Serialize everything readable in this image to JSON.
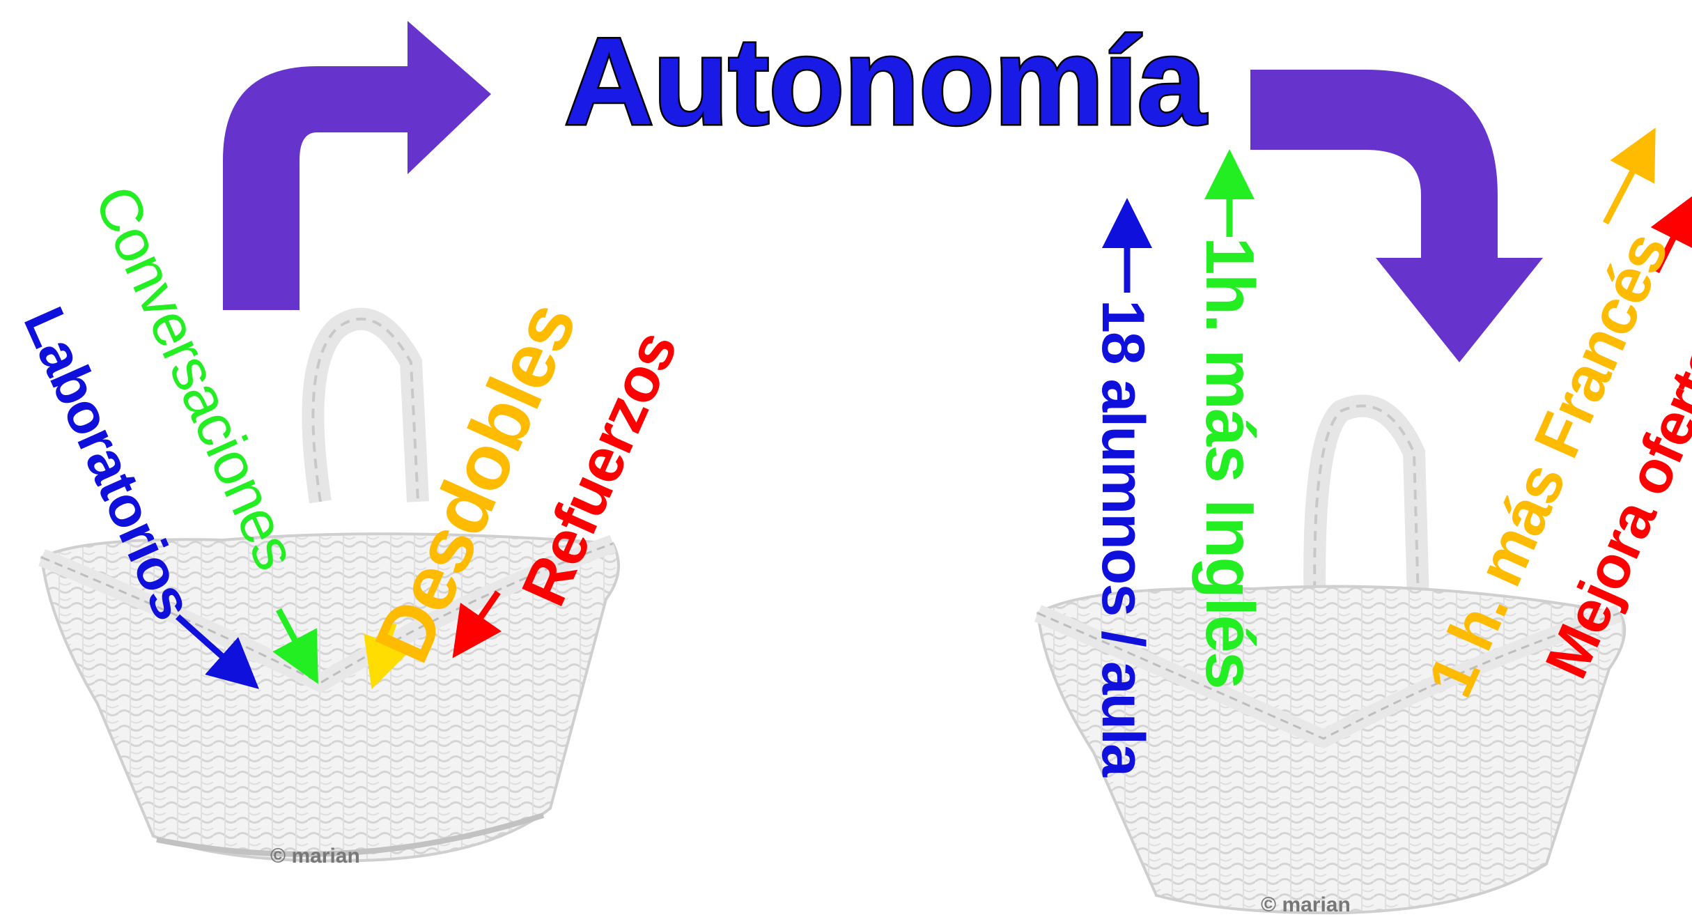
{
  "title": "Autonomía",
  "left_basket": {
    "labels": [
      "Laboratorios",
      "Conversaciones",
      "Desdobles",
      "Refuerzos"
    ],
    "watermark": "© marian"
  },
  "right_basket": {
    "labels": [
      "18 alumnos / aula",
      "1h. más Inglés",
      "1 h. más Francés",
      "Mejora oferta"
    ],
    "watermark": "© marian"
  },
  "colors": {
    "title": "#1a1ae6",
    "big_arrows": "#6633cc",
    "blue": "#1010dd",
    "green": "#22ee22",
    "orange": "#ffbb00",
    "red": "#ff0000",
    "basket": "#f2f2f2"
  }
}
